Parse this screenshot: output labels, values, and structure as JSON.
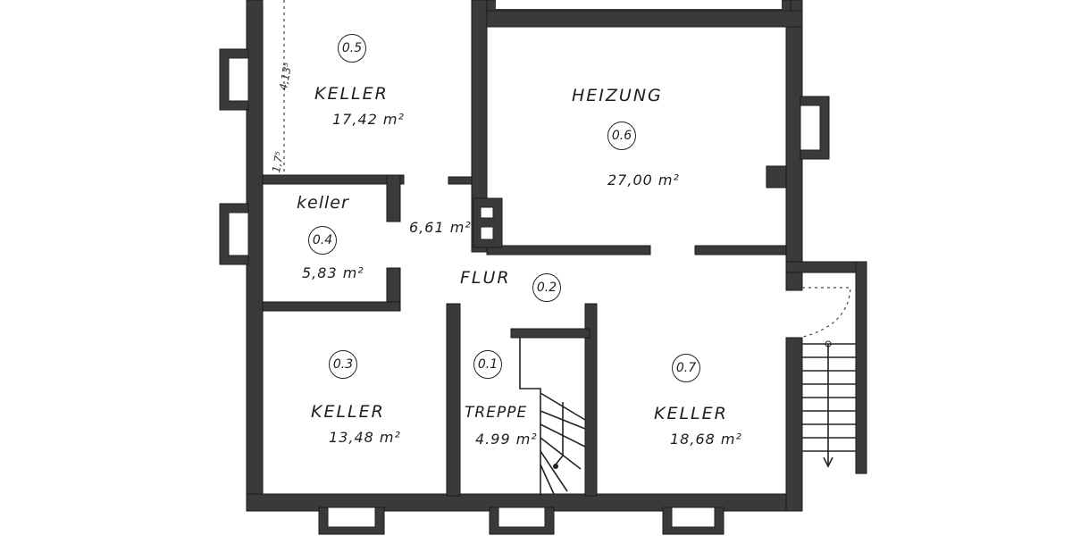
{
  "rooms": [
    {
      "number": "0.5",
      "name": "KELLER",
      "area": "17,42 m²"
    },
    {
      "number": "0.6",
      "name": "HEIZUNG",
      "area": "27,00 m²"
    },
    {
      "number": "0.4",
      "name": "keller",
      "area": "5,83 m²"
    },
    {
      "number": "0.2",
      "name": "FLUR",
      "area": "6,61 m²"
    },
    {
      "number": "0.3",
      "name": "KELLER",
      "area": "13,48 m²"
    },
    {
      "number": "0.1",
      "name": "TREPPE",
      "area": "4.99 m²"
    },
    {
      "number": "0.7",
      "name": "KELLER",
      "area": "18,68 m²"
    }
  ],
  "dimensions": {
    "room_05_depth": "4,13⁵",
    "wall_offset": "1,7⁵"
  },
  "colors": {
    "wall": "#3a3a3a",
    "ink": "#1e1e1e",
    "paper": "#ffffff"
  }
}
